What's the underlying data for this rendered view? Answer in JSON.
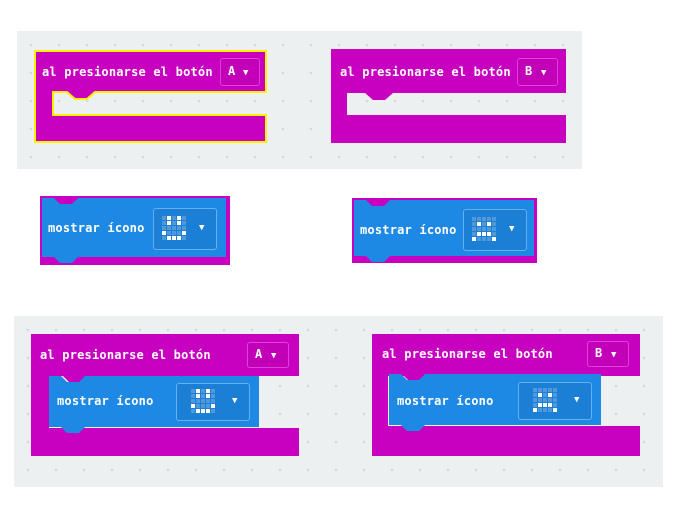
{
  "blocks": {
    "event_label": "al presionarse el botón",
    "show_icon_label": "mostrar ícono",
    "button_a": "A",
    "button_b": "B",
    "caret": "▼"
  },
  "colors": {
    "event_block": "#c800bf",
    "show_block": "#1e88e5",
    "selected_outline": "#fff200",
    "workspace": "#ecf0f1"
  },
  "icons": {
    "happy": [
      0,
      1,
      0,
      1,
      0,
      0,
      1,
      0,
      1,
      0,
      0,
      0,
      0,
      0,
      0,
      1,
      0,
      0,
      0,
      1,
      0,
      1,
      1,
      1,
      0
    ],
    "sad": [
      0,
      0,
      0,
      0,
      0,
      0,
      1,
      0,
      1,
      0,
      0,
      0,
      0,
      0,
      0,
      0,
      1,
      1,
      1,
      0,
      1,
      0,
      0,
      0,
      1
    ]
  }
}
